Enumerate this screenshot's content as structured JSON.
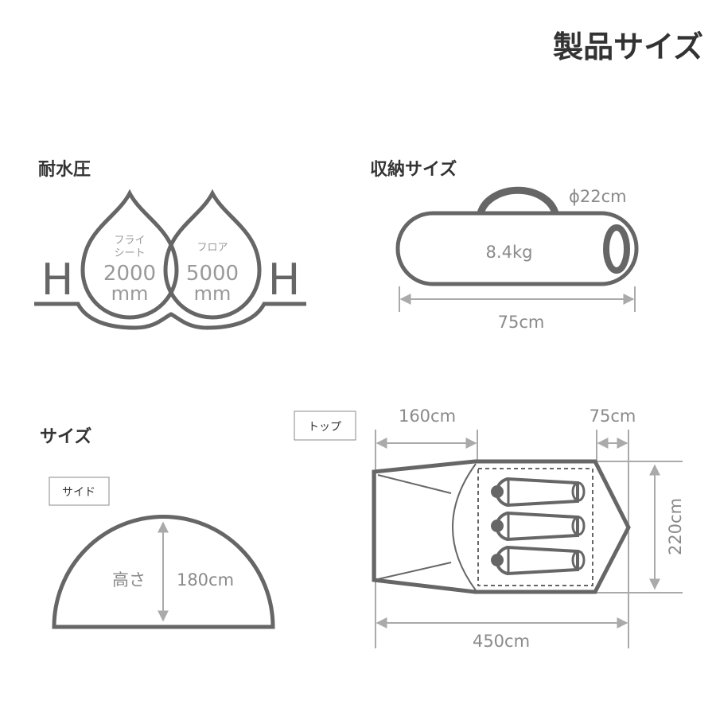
{
  "title": "製品サイズ",
  "waterproof": {
    "heading": "耐水圧",
    "fly": {
      "label_line1": "フライ",
      "label_line2": "シート",
      "value": "2000",
      "unit": "mm"
    },
    "floor": {
      "label": "フロア",
      "value": "5000",
      "unit": "mm"
    },
    "h_symbol": "H"
  },
  "storage": {
    "heading": "収納サイズ",
    "diameter": "ϕ22cm",
    "weight": "8.4kg",
    "length": "75cm"
  },
  "size": {
    "heading": "サイズ",
    "side": {
      "tag": "サイド",
      "height_label": "高さ",
      "height": "180cm"
    },
    "top": {
      "tag": "トップ",
      "front_length": "160cm",
      "rear_length": "75cm",
      "width": "220cm",
      "total_length": "450cm"
    }
  },
  "colors": {
    "line": "#666666",
    "dimension": "#aaaaaa",
    "text": "#333333"
  }
}
